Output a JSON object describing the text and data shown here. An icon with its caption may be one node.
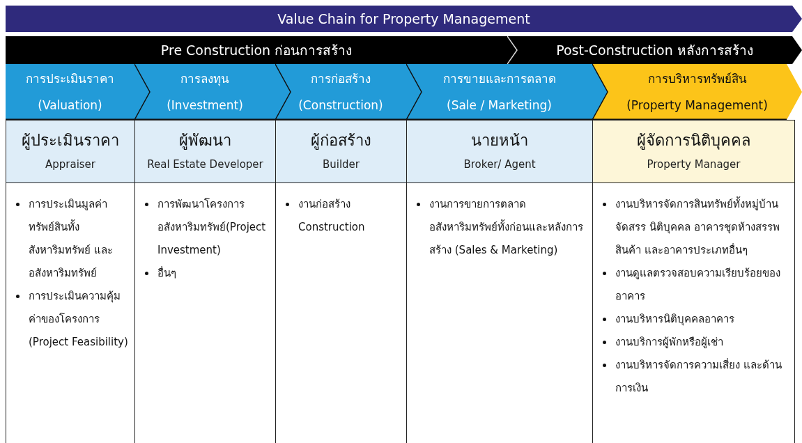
{
  "diagram": {
    "nodes": [
      {
        "text": [
          "Value Chain for Property Management"
        ]
      },
      {
        "text": [
          "Pre Construction ก่อนการสร้าง"
        ]
      },
      {
        "text": [
          "Post-Construction หลังการสร้าง"
        ]
      },
      {
        "text": [
          "การประเมินราคา",
          "(Valuation)"
        ]
      },
      {
        "text": [
          "การลงทุน",
          "(Investment)"
        ]
      },
      {
        "text": [
          "การก่อสร้าง",
          "(Construction)"
        ]
      },
      {
        "text": [
          "การขายและการตลาด",
          "(Sale / Marketing)"
        ]
      },
      {
        "text": [
          "การบริหารทรัพย์สิน",
          "(Property Management)"
        ]
      },
      {
        "text": [
          "ผู้ประเมินราคา",
          "Appraiser"
        ]
      },
      {
        "text": [
          "ผู้พัฒนา",
          "Real Estate Developer"
        ]
      },
      {
        "text": [
          "ผู้ก่อสร้าง",
          "Builder"
        ]
      },
      {
        "text": [
          "นายหน้า",
          "Broker/ Agent"
        ]
      },
      {
        "text": [
          "ผู้จัดการนิติบุคคล",
          "Property Manager"
        ]
      },
      {
        "text": [
          "การประเมินมูลค่าทรัพย์สินทั้งสังหาริมทรัพย์ และอสังหาริมทรัพย์",
          "การประเมินความคุ้มค่าของโครงการ (Project Feasibility)"
        ]
      },
      {
        "text": [
          "การพัฒนาโครงการอสังหาริมทรัพย์(Project Investment)",
          "อื่นๆ"
        ]
      },
      {
        "text": [
          "งานก่อสร้าง Construction"
        ]
      },
      {
        "text": [
          "งานการขายการตลาดอสังหาริมทรัพย์ทั้งก่อนและหลังการสร้าง (Sales & Marketing)"
        ]
      },
      {
        "text": [
          "งานบริหารจัดการสินทรัพย์ทั้งหมู่บ้านจัดสรร นิติบุคคล อาคารชุดห้างสรรพสินค้า และอาคารประเภทอื่นๆ",
          "งานดูแลตรวจสอบความเรียบร้อยของอาคาร",
          "งานบริหารนิติบุคคลอาคาร",
          "งานบริการผู้พักหรือผู้เช่า",
          "งานบริหารจัดการความเสี่ยง และด้านการเงิน"
        ]
      }
    ]
  }
}
